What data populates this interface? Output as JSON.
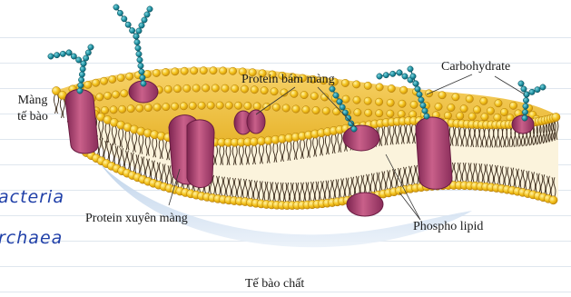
{
  "labels": {
    "membrane": [
      "Màng",
      "tế bào"
    ],
    "peripheral_protein": "Protein bám màng",
    "carbohydrate": "Carbohydrate",
    "transmembrane_protein": "Protein xuyên màng",
    "phospholipid": "Phospho lipid",
    "cytoplasm": "Tế bào chất"
  },
  "handwriting": {
    "line1": "acteria",
    "line2": "rchaea"
  },
  "colors": {
    "head_yellow": "#f3c21c",
    "head_dark": "#c98d0a",
    "protein": "#b94c7a",
    "sugar": "#1f8fa0",
    "ink": "#1f3fa8"
  }
}
